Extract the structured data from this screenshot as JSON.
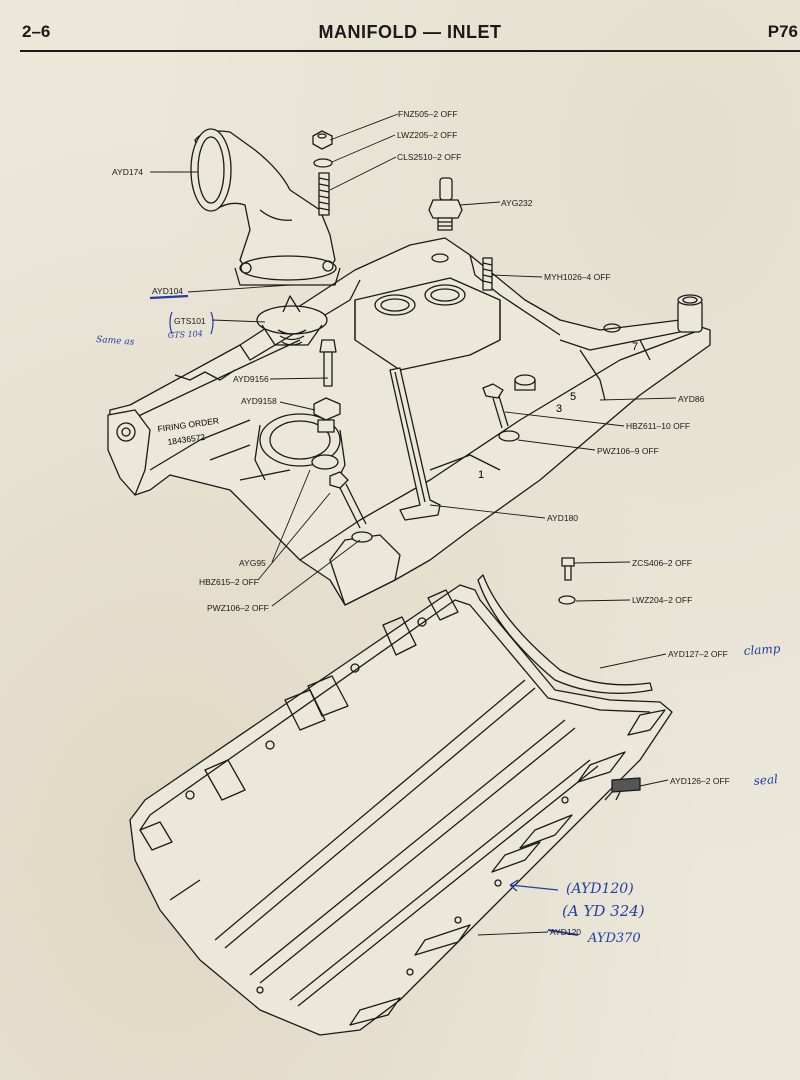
{
  "header": {
    "section": "2–6",
    "title": "MANIFOLD — INLET",
    "page": "P76"
  },
  "diagram": {
    "casting_text": {
      "firing_order_label": "FIRING ORDER",
      "firing_order_value": "18436572",
      "runner_numbers": [
        "7",
        "3",
        "5",
        "1"
      ]
    },
    "parts": [
      {
        "code": "FNZ505–2 OFF"
      },
      {
        "code": "LWZ205–2 OFF"
      },
      {
        "code": "CLS2510–2 OFF"
      },
      {
        "code": "AYD174"
      },
      {
        "code": "AYG232"
      },
      {
        "code": "MYH1026–4 OFF"
      },
      {
        "code": "AYD104"
      },
      {
        "code": "GTS101"
      },
      {
        "code": "AYD9156"
      },
      {
        "code": "AYD9158"
      },
      {
        "code": "AYD86"
      },
      {
        "code": "HBZ611–10 OFF"
      },
      {
        "code": "PWZ106–9 OFF"
      },
      {
        "code": "AYD180"
      },
      {
        "code": "AYG95"
      },
      {
        "code": "HBZ615–2 OFF"
      },
      {
        "code": "PWZ106–2 OFF"
      },
      {
        "code": "ZCS406–2 OFF"
      },
      {
        "code": "LWZ204–2 OFF"
      },
      {
        "code": "AYD127–2 OFF"
      },
      {
        "code": "AYD126–2 OFF"
      },
      {
        "code": "AYD120"
      }
    ],
    "handwritten": {
      "same_as": "Same as",
      "gts_alt": "GTS 104",
      "clamp": "clamp",
      "seal": "seal",
      "ayd120": "(AYD120)",
      "ayd324": "(A YD 324)",
      "ayd370": "AYD370"
    },
    "colors": {
      "ink": "#1a1a1a",
      "pen": "#1f3fa6",
      "paper": "#ebe7d9"
    }
  }
}
